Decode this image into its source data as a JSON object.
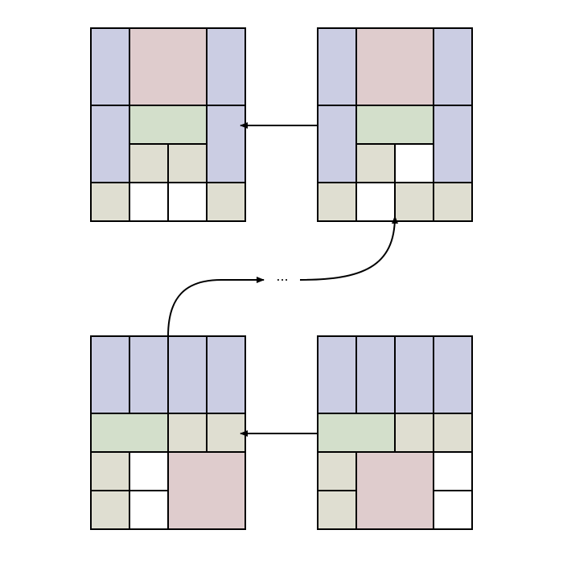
{
  "colors": {
    "purple": "#cbcde3",
    "pink": "#dfcccd",
    "green": "#d3dfcb",
    "beige": "#dfded1",
    "empty": "#ffffff",
    "stroke": "#000000"
  },
  "ellipsis": "...",
  "grids": [
    {
      "name": "grid-top-left",
      "blocks": [
        {
          "type": "purple",
          "col": 0,
          "row": 0,
          "w": 1,
          "h": 2
        },
        {
          "type": "pink",
          "col": 1,
          "row": 0,
          "w": 2,
          "h": 2
        },
        {
          "type": "purple",
          "col": 3,
          "row": 0,
          "w": 1,
          "h": 2
        },
        {
          "type": "purple",
          "col": 0,
          "row": 2,
          "w": 1,
          "h": 2
        },
        {
          "type": "green",
          "col": 1,
          "row": 2,
          "w": 2,
          "h": 1
        },
        {
          "type": "purple",
          "col": 3,
          "row": 2,
          "w": 1,
          "h": 2
        },
        {
          "type": "beige",
          "col": 1,
          "row": 3,
          "w": 1,
          "h": 1
        },
        {
          "type": "beige",
          "col": 2,
          "row": 3,
          "w": 1,
          "h": 1
        },
        {
          "type": "beige",
          "col": 0,
          "row": 4,
          "w": 1,
          "h": 1
        },
        {
          "type": "empty",
          "col": 1,
          "row": 4,
          "w": 1,
          "h": 1
        },
        {
          "type": "empty",
          "col": 2,
          "row": 4,
          "w": 1,
          "h": 1
        },
        {
          "type": "beige",
          "col": 3,
          "row": 4,
          "w": 1,
          "h": 1
        }
      ]
    },
    {
      "name": "grid-top-right",
      "blocks": [
        {
          "type": "purple",
          "col": 0,
          "row": 0,
          "w": 1,
          "h": 2
        },
        {
          "type": "pink",
          "col": 1,
          "row": 0,
          "w": 2,
          "h": 2
        },
        {
          "type": "purple",
          "col": 3,
          "row": 0,
          "w": 1,
          "h": 2
        },
        {
          "type": "purple",
          "col": 0,
          "row": 2,
          "w": 1,
          "h": 2
        },
        {
          "type": "green",
          "col": 1,
          "row": 2,
          "w": 2,
          "h": 1
        },
        {
          "type": "purple",
          "col": 3,
          "row": 2,
          "w": 1,
          "h": 2
        },
        {
          "type": "beige",
          "col": 1,
          "row": 3,
          "w": 1,
          "h": 1
        },
        {
          "type": "empty",
          "col": 2,
          "row": 3,
          "w": 1,
          "h": 1
        },
        {
          "type": "beige",
          "col": 0,
          "row": 4,
          "w": 1,
          "h": 1
        },
        {
          "type": "empty",
          "col": 1,
          "row": 4,
          "w": 1,
          "h": 1
        },
        {
          "type": "beige",
          "col": 2,
          "row": 4,
          "w": 1,
          "h": 1
        },
        {
          "type": "beige",
          "col": 3,
          "row": 4,
          "w": 1,
          "h": 1
        }
      ]
    },
    {
      "name": "grid-bottom-left",
      "blocks": [
        {
          "type": "purple",
          "col": 0,
          "row": 0,
          "w": 1,
          "h": 2
        },
        {
          "type": "purple",
          "col": 1,
          "row": 0,
          "w": 1,
          "h": 2
        },
        {
          "type": "purple",
          "col": 2,
          "row": 0,
          "w": 1,
          "h": 2
        },
        {
          "type": "purple",
          "col": 3,
          "row": 0,
          "w": 1,
          "h": 2
        },
        {
          "type": "green",
          "col": 0,
          "row": 2,
          "w": 2,
          "h": 1
        },
        {
          "type": "beige",
          "col": 2,
          "row": 2,
          "w": 1,
          "h": 1
        },
        {
          "type": "beige",
          "col": 3,
          "row": 2,
          "w": 1,
          "h": 1
        },
        {
          "type": "beige",
          "col": 0,
          "row": 3,
          "w": 1,
          "h": 1
        },
        {
          "type": "empty",
          "col": 1,
          "row": 3,
          "w": 1,
          "h": 1
        },
        {
          "type": "pink",
          "col": 2,
          "row": 3,
          "w": 2,
          "h": 2
        },
        {
          "type": "beige",
          "col": 0,
          "row": 4,
          "w": 1,
          "h": 1
        },
        {
          "type": "empty",
          "col": 1,
          "row": 4,
          "w": 1,
          "h": 1
        }
      ]
    },
    {
      "name": "grid-bottom-right",
      "blocks": [
        {
          "type": "purple",
          "col": 0,
          "row": 0,
          "w": 1,
          "h": 2
        },
        {
          "type": "purple",
          "col": 1,
          "row": 0,
          "w": 1,
          "h": 2
        },
        {
          "type": "purple",
          "col": 2,
          "row": 0,
          "w": 1,
          "h": 2
        },
        {
          "type": "purple",
          "col": 3,
          "row": 0,
          "w": 1,
          "h": 2
        },
        {
          "type": "green",
          "col": 0,
          "row": 2,
          "w": 2,
          "h": 1
        },
        {
          "type": "beige",
          "col": 2,
          "row": 2,
          "w": 1,
          "h": 1
        },
        {
          "type": "beige",
          "col": 3,
          "row": 2,
          "w": 1,
          "h": 1
        },
        {
          "type": "beige",
          "col": 0,
          "row": 3,
          "w": 1,
          "h": 1
        },
        {
          "type": "pink",
          "col": 1,
          "row": 3,
          "w": 2,
          "h": 2
        },
        {
          "type": "empty",
          "col": 3,
          "row": 3,
          "w": 1,
          "h": 1
        },
        {
          "type": "beige",
          "col": 0,
          "row": 4,
          "w": 1,
          "h": 1
        },
        {
          "type": "empty",
          "col": 3,
          "row": 4,
          "w": 1,
          "h": 1
        }
      ]
    }
  ]
}
